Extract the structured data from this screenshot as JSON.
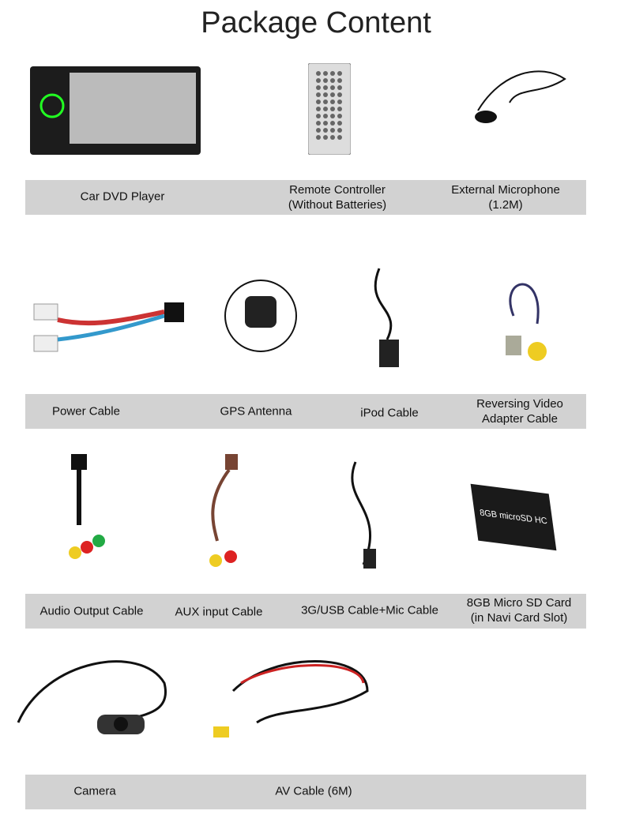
{
  "title": "Package Content",
  "items": [
    {
      "l1": "Car DVD Player"
    },
    {
      "l1": "Remote Controller",
      "l2": "(Without Batteries)"
    },
    {
      "l1": "External Microphone",
      "l2": "(1.2M)"
    },
    {
      "l1": "Power Cable"
    },
    {
      "l1": "GPS Antenna"
    },
    {
      "l1": "iPod Cable"
    },
    {
      "l1": "Reversing Video",
      "l2": "Adapter Cable"
    },
    {
      "l1": "Audio Output Cable"
    },
    {
      "l1": "AUX input Cable"
    },
    {
      "l1": "3G/USB Cable+Mic Cable"
    },
    {
      "l1": "8GB Micro SD Card",
      "l2": "(in Navi Card Slot)"
    },
    {
      "l1": "Camera"
    },
    {
      "l1": "AV Cable (6M)"
    }
  ],
  "sd_card_text": "8GB microSD HC"
}
